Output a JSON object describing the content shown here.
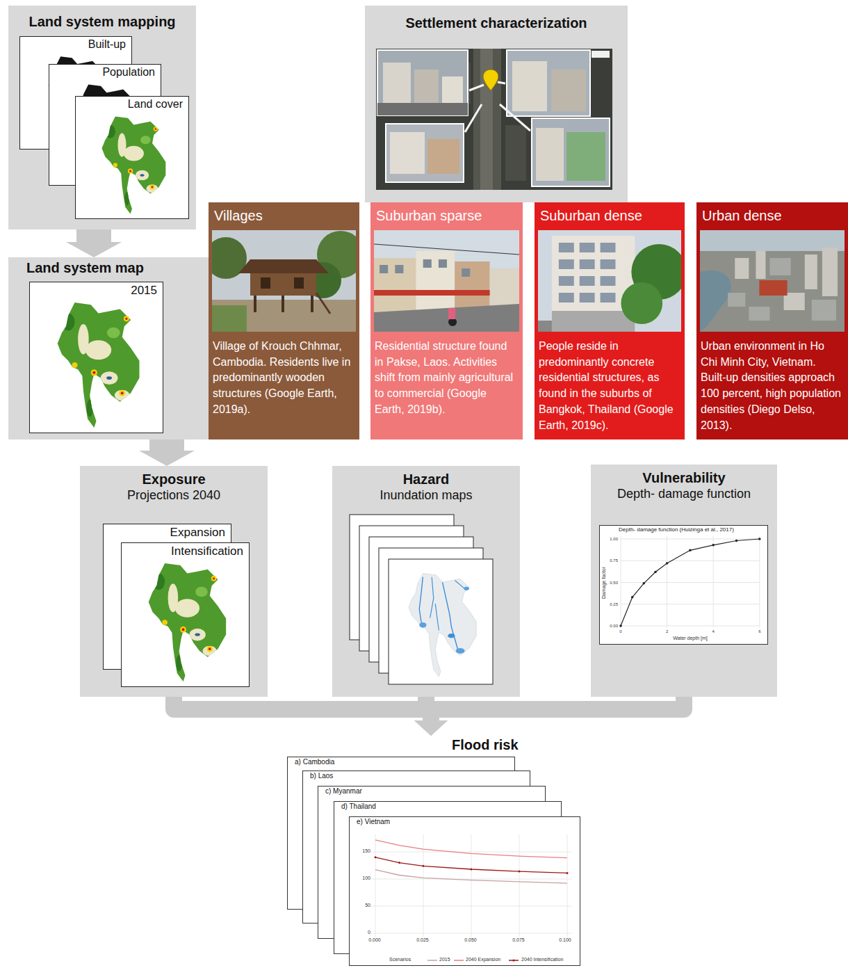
{
  "diagram": {
    "nodes": [
      {
        "text": [
          "Land system mapping"
        ]
      },
      {
        "text": [
          "Built-up"
        ],
        "in": 0
      },
      {
        "text": [
          "Population"
        ],
        "in": 0
      },
      {
        "text": [
          "Land cover"
        ],
        "in": 0
      },
      {
        "text": [
          "Settlement characterization"
        ]
      },
      {
        "text": [
          "Land system map"
        ]
      },
      {
        "text": [
          "2015"
        ],
        "in": 5
      },
      {
        "text": [
          "Villages",
          "Village of Krouch Chhmar, Cambodia. Residents live in predominantly wooden structures (Google Earth, 2019a)."
        ]
      },
      {
        "text": [
          "Suburban sparse",
          "Residential structure found in Pakse, Laos. Activities shift from mainly agricultural to commercial (Google Earth, 2019b)."
        ]
      },
      {
        "text": [
          "Suburban dense",
          "People reside in predominantly concrete residential structures, as found in the suburbs of Bangkok, Thailand (Google Earth, 2019c)."
        ]
      },
      {
        "text": [
          "Urban dense",
          "Urban environment in Ho Chi Minh City, Vietnam. Built-up densities approach 100 percent, high population densities (Diego Delso, 2013)."
        ]
      },
      {
        "text": [
          "Exposure",
          "Projections 2040"
        ]
      },
      {
        "text": [
          "Expansion"
        ],
        "in": 11
      },
      {
        "text": [
          "Intensification"
        ],
        "in": 11
      },
      {
        "text": [
          "Hazard",
          "Inundation maps"
        ]
      },
      {
        "text": [
          "Vulnerability",
          "Depth- damage function"
        ]
      },
      {
        "text": [
          "Flood risk"
        ]
      },
      {
        "text": [
          "a) Cambodia"
        ],
        "in": 16
      },
      {
        "text": [
          "b) Laos"
        ],
        "in": 16
      },
      {
        "text": [
          "c) Myanmar"
        ],
        "in": 16
      },
      {
        "text": [
          "d) Thailand"
        ],
        "in": 16
      },
      {
        "text": [
          "e) Vietnam"
        ],
        "in": 16
      }
    ],
    "edges": [
      {
        "from": 0,
        "to": 5,
        "arrow": "to"
      },
      {
        "from": 5,
        "to": 11,
        "arrow": "to"
      },
      {
        "from": 11,
        "to": 16,
        "arrow": "to"
      },
      {
        "from": 14,
        "to": 16,
        "arrow": "to"
      },
      {
        "from": 15,
        "to": 16,
        "arrow": "to"
      }
    ],
    "labels": [
      "Depth- damage function (Huizinga et al., 2017)",
      "1.00",
      "0.75",
      "0.50",
      "0.25",
      "0.00",
      "Damage factor",
      "0",
      "2",
      "4",
      "6",
      "Water depth [m]",
      "150",
      "100",
      "50",
      "0",
      "0.000",
      "0.025",
      "0.050",
      "0.075",
      "0.100",
      "Scenarios"
    ],
    "legend": [
      {
        "text": "2015"
      },
      {
        "text": "2040 Expansion"
      },
      {
        "text": "2040 Intensification"
      }
    ]
  }
}
